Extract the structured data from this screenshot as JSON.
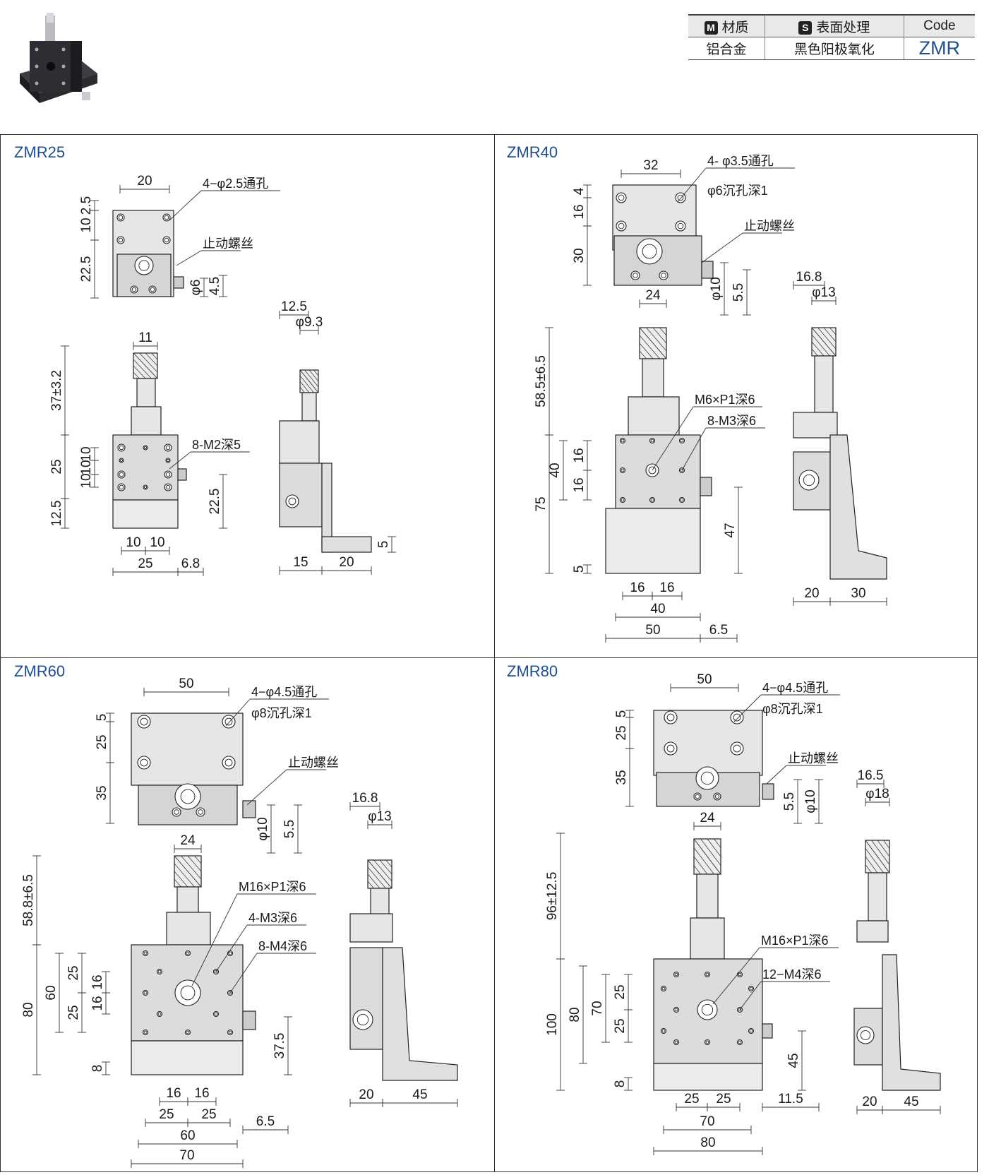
{
  "spec_table": {
    "headers": [
      {
        "icon": "M",
        "label": "材质"
      },
      {
        "icon": "S",
        "label": "表面处理"
      },
      {
        "icon": "",
        "label": "Code"
      }
    ],
    "values": [
      "铝合金",
      "黑色阳极氧化",
      "ZMR"
    ]
  },
  "panels": [
    {
      "title": "ZMR25",
      "top_view": {
        "dims": [
          "20",
          "2.5",
          "10",
          "22.5",
          "φ6",
          "4.5"
        ],
        "hole_callout": "4−φ2.5通孔",
        "stop_screw": "止动螺丝"
      },
      "front_view": {
        "dims": [
          "11",
          "37±3.2",
          "25",
          "10",
          "10",
          "10",
          "12.5",
          "22.5",
          "10",
          "10",
          "25",
          "6.8"
        ],
        "tap_callouts": [
          "8-M2深5"
        ]
      },
      "side_view": {
        "dims": [
          "12.5",
          "φ9.3",
          "15",
          "20",
          "5"
        ]
      }
    },
    {
      "title": "ZMR40",
      "top_view": {
        "dims": [
          "32",
          "4",
          "16",
          "30",
          "φ10",
          "5.5"
        ],
        "hole_callout": "4- φ3.5通孔",
        "counterbore": "φ6沉孔深1",
        "stop_screw": "止动螺丝"
      },
      "front_view": {
        "dims": [
          "24",
          "58.5±6.5",
          "40",
          "16",
          "16",
          "75",
          "5",
          "47",
          "16",
          "16",
          "40",
          "50",
          "6.5"
        ],
        "tap_callouts": [
          "M6×P1深6",
          "8-M3深6"
        ]
      },
      "side_view": {
        "dims": [
          "16.8",
          "φ13",
          "20",
          "30"
        ]
      }
    },
    {
      "title": "ZMR60",
      "top_view": {
        "dims": [
          "50",
          "5",
          "25",
          "35",
          "φ10",
          "5.5"
        ],
        "hole_callout": "4−φ4.5通孔",
        "counterbore": "φ8沉孔深1",
        "stop_screw": "止动螺丝"
      },
      "front_view": {
        "dims": [
          "24",
          "58.8±6.5",
          "80",
          "60",
          "25",
          "25",
          "16",
          "16",
          "8",
          "37.5",
          "16",
          "16",
          "25",
          "25",
          "60",
          "70",
          "6.5"
        ],
        "tap_callouts": [
          "M16×P1深6",
          "4-M3深6",
          "8-M4深6"
        ]
      },
      "side_view": {
        "dims": [
          "16.8",
          "φ13",
          "20",
          "45"
        ]
      }
    },
    {
      "title": "ZMR80",
      "top_view": {
        "dims": [
          "50",
          "5",
          "25",
          "35",
          "5.5",
          "φ10"
        ],
        "hole_callout": "4−φ4.5通孔",
        "counterbore": "φ8沉孔深1",
        "stop_screw": "止动螺丝"
      },
      "front_view": {
        "dims": [
          "24",
          "96±12.5",
          "100",
          "80",
          "70",
          "25",
          "25",
          "8",
          "45",
          "25",
          "25",
          "70",
          "80",
          "11.5"
        ],
        "tap_callouts": [
          "M16×P1深6",
          "12−M4深6"
        ]
      },
      "side_view": {
        "dims": [
          "16.5",
          "φ18",
          "20",
          "45"
        ]
      }
    }
  ]
}
